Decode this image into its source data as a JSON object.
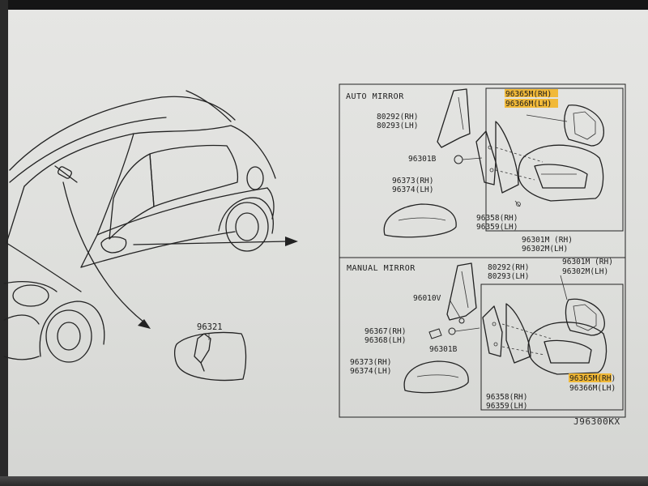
{
  "diagram": {
    "title_code": "J96300KX",
    "auto_mirror": {
      "title": "AUTO MIRROR",
      "labels": {
        "glass_rh": "96365M(RH)",
        "glass_lh": "96366M(LH)",
        "finisher_rh": "80292(RH)",
        "finisher_lh": "80293(LH)",
        "screw": "96301B",
        "cover_rh": "96373(RH)",
        "cover_lh": "96374(LH)",
        "gasket_rh": "96358(RH)",
        "gasket_lh": "96359(LH)",
        "mirror_rh": "96301M (RH)",
        "mirror_lh": "96302M(LH)"
      }
    },
    "manual_mirror": {
      "title": "MANUAL MIRROR",
      "labels": {
        "finisher_rh": "80292(RH)",
        "finisher_lh": "80293(LH)",
        "mirror_rh": "96301M (RH)",
        "mirror_lh": "96302M(LH)",
        "knob": "96010V",
        "bolt_rh": "96367(RH)",
        "bolt_lh": "96368(LH)",
        "screw": "96301B",
        "cover_rh": "96373(RH)",
        "cover_lh": "96374(LH)",
        "glass_rh": "96365M(RH)",
        "glass_lh": "96366M(LH)",
        "gasket_rh": "96358(RH)",
        "gasket_lh": "96359(LH)"
      }
    },
    "inside_mirror": {
      "label": "96321"
    },
    "colors": {
      "highlight": "#f3b21b",
      "ink": "#1d1d1d",
      "paper": "#e2e3e0"
    }
  }
}
